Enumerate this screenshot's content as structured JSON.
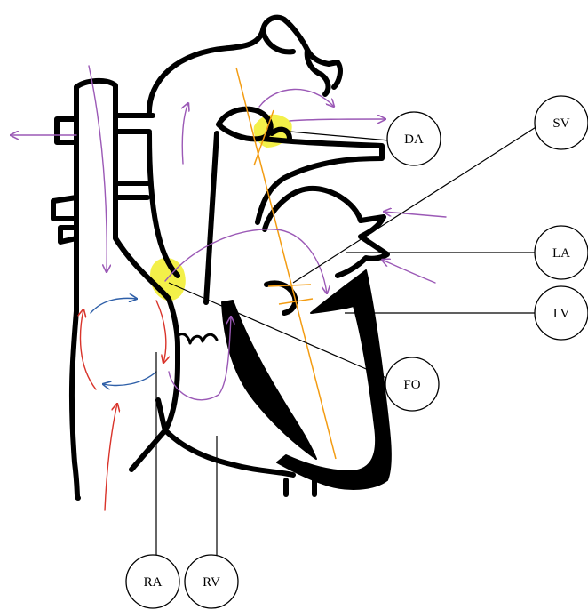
{
  "labels": {
    "da": "DA",
    "sv": "SV",
    "la": "LA",
    "lv": "LV",
    "fo": "FO",
    "ra": "RA",
    "rv": "RV"
  },
  "colors": {
    "outline": "#000000",
    "flow_oxygenated_arrow": "#9b59b6",
    "flow_venous_red": "#d9342b",
    "flow_venous_blue": "#2e5fa8",
    "highlight": "#f2ee35",
    "axis_line": "#f39c12"
  }
}
